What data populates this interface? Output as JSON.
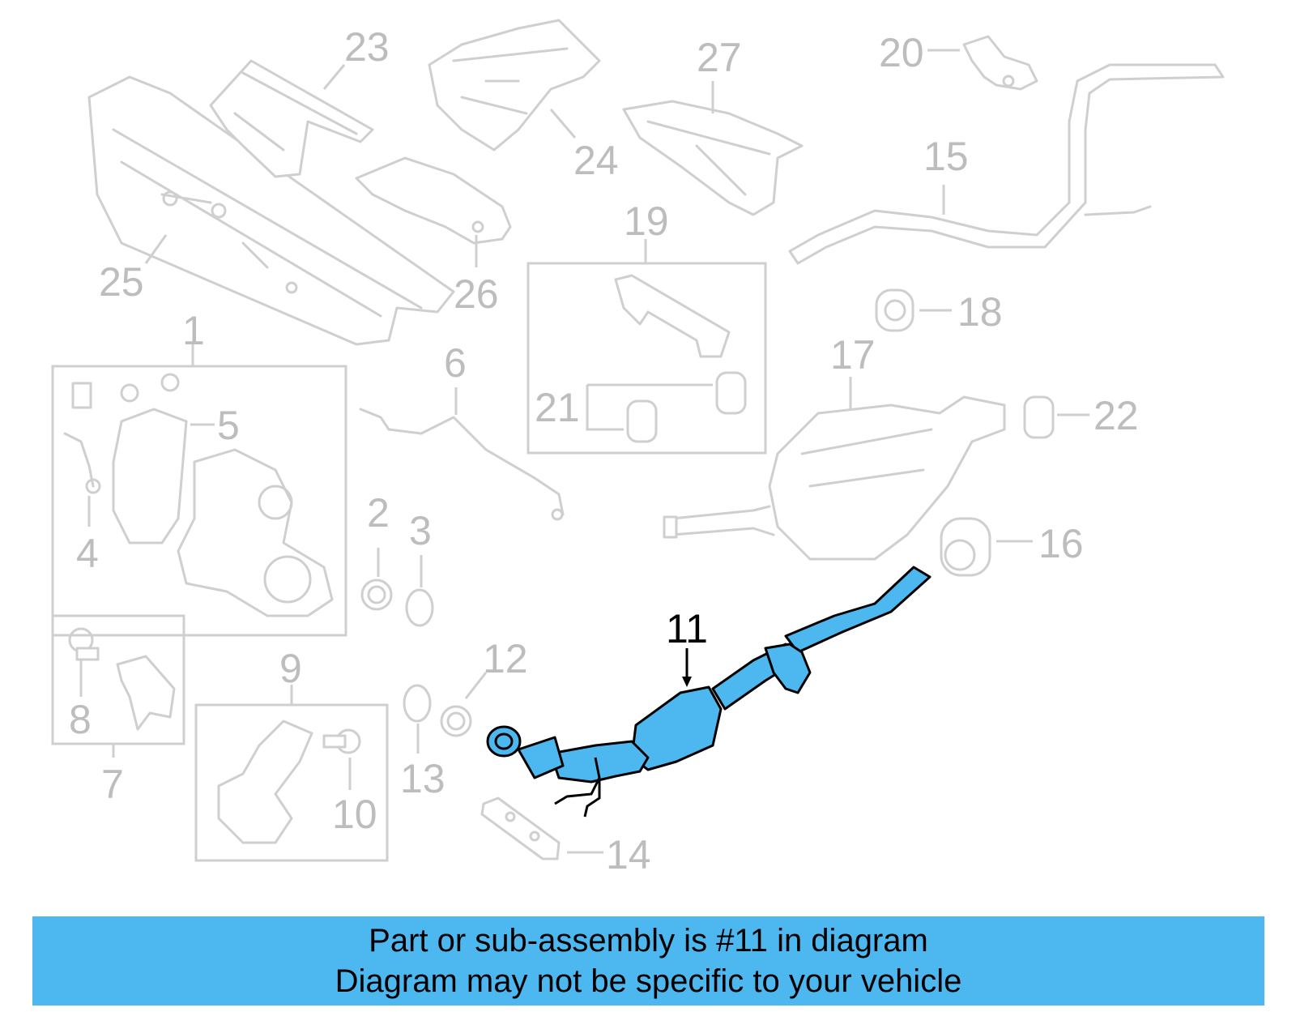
{
  "callouts": {
    "c1": "1",
    "c2": "2",
    "c3": "3",
    "c4": "4",
    "c5": "5",
    "c6": "6",
    "c7": "7",
    "c8": "8",
    "c9": "9",
    "c10": "10",
    "c11": "11",
    "c12": "12",
    "c13": "13",
    "c14": "14",
    "c15": "15",
    "c16": "16",
    "c17": "17",
    "c18": "18",
    "c19": "19",
    "c20": "20",
    "c21": "21",
    "c22": "22",
    "c23": "23",
    "c24": "24",
    "c25": "25",
    "c26": "26",
    "c27": "27"
  },
  "highlighted_part": "11",
  "colors": {
    "highlight": "#4db8f0",
    "ghost": "#cfcfcf",
    "callout_text": "#bdbdbd"
  },
  "banner": {
    "line1": "Part or sub-assembly is #11 in diagram",
    "line2": "Diagram may not be specific to your vehicle"
  }
}
